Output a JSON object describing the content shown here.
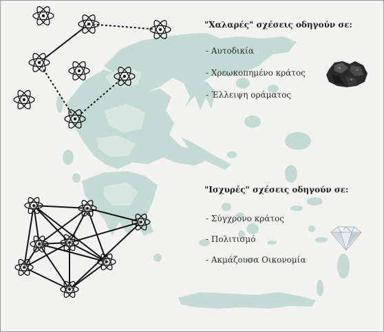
{
  "loose": {
    "heading": "\"Χαλαρές\" σχέσεις οδηγούν σε:",
    "items": [
      "- Αυτοδικία",
      "- Χρεωκοπημένο κράτος",
      "- Έλλειψη οράματος"
    ],
    "symbol": "coal-lump-icon"
  },
  "strong": {
    "heading": "\"Ισχυρές\" σχέσεις οδηγούν σε:",
    "items": [
      "- Σύγχρονο κράτος",
      "- Πολιτισμό",
      "- Ακμάζουσα Οικονομία"
    ],
    "symbol": "diamond-icon"
  },
  "colors": {
    "background": "#f2f2f0",
    "map_land": "#c3dbd4",
    "map_inner": "#d7e6e1",
    "ink": "#111111"
  },
  "map": {
    "symbol": "greece-map-silhouette"
  },
  "atom_icon": "atom-icon"
}
